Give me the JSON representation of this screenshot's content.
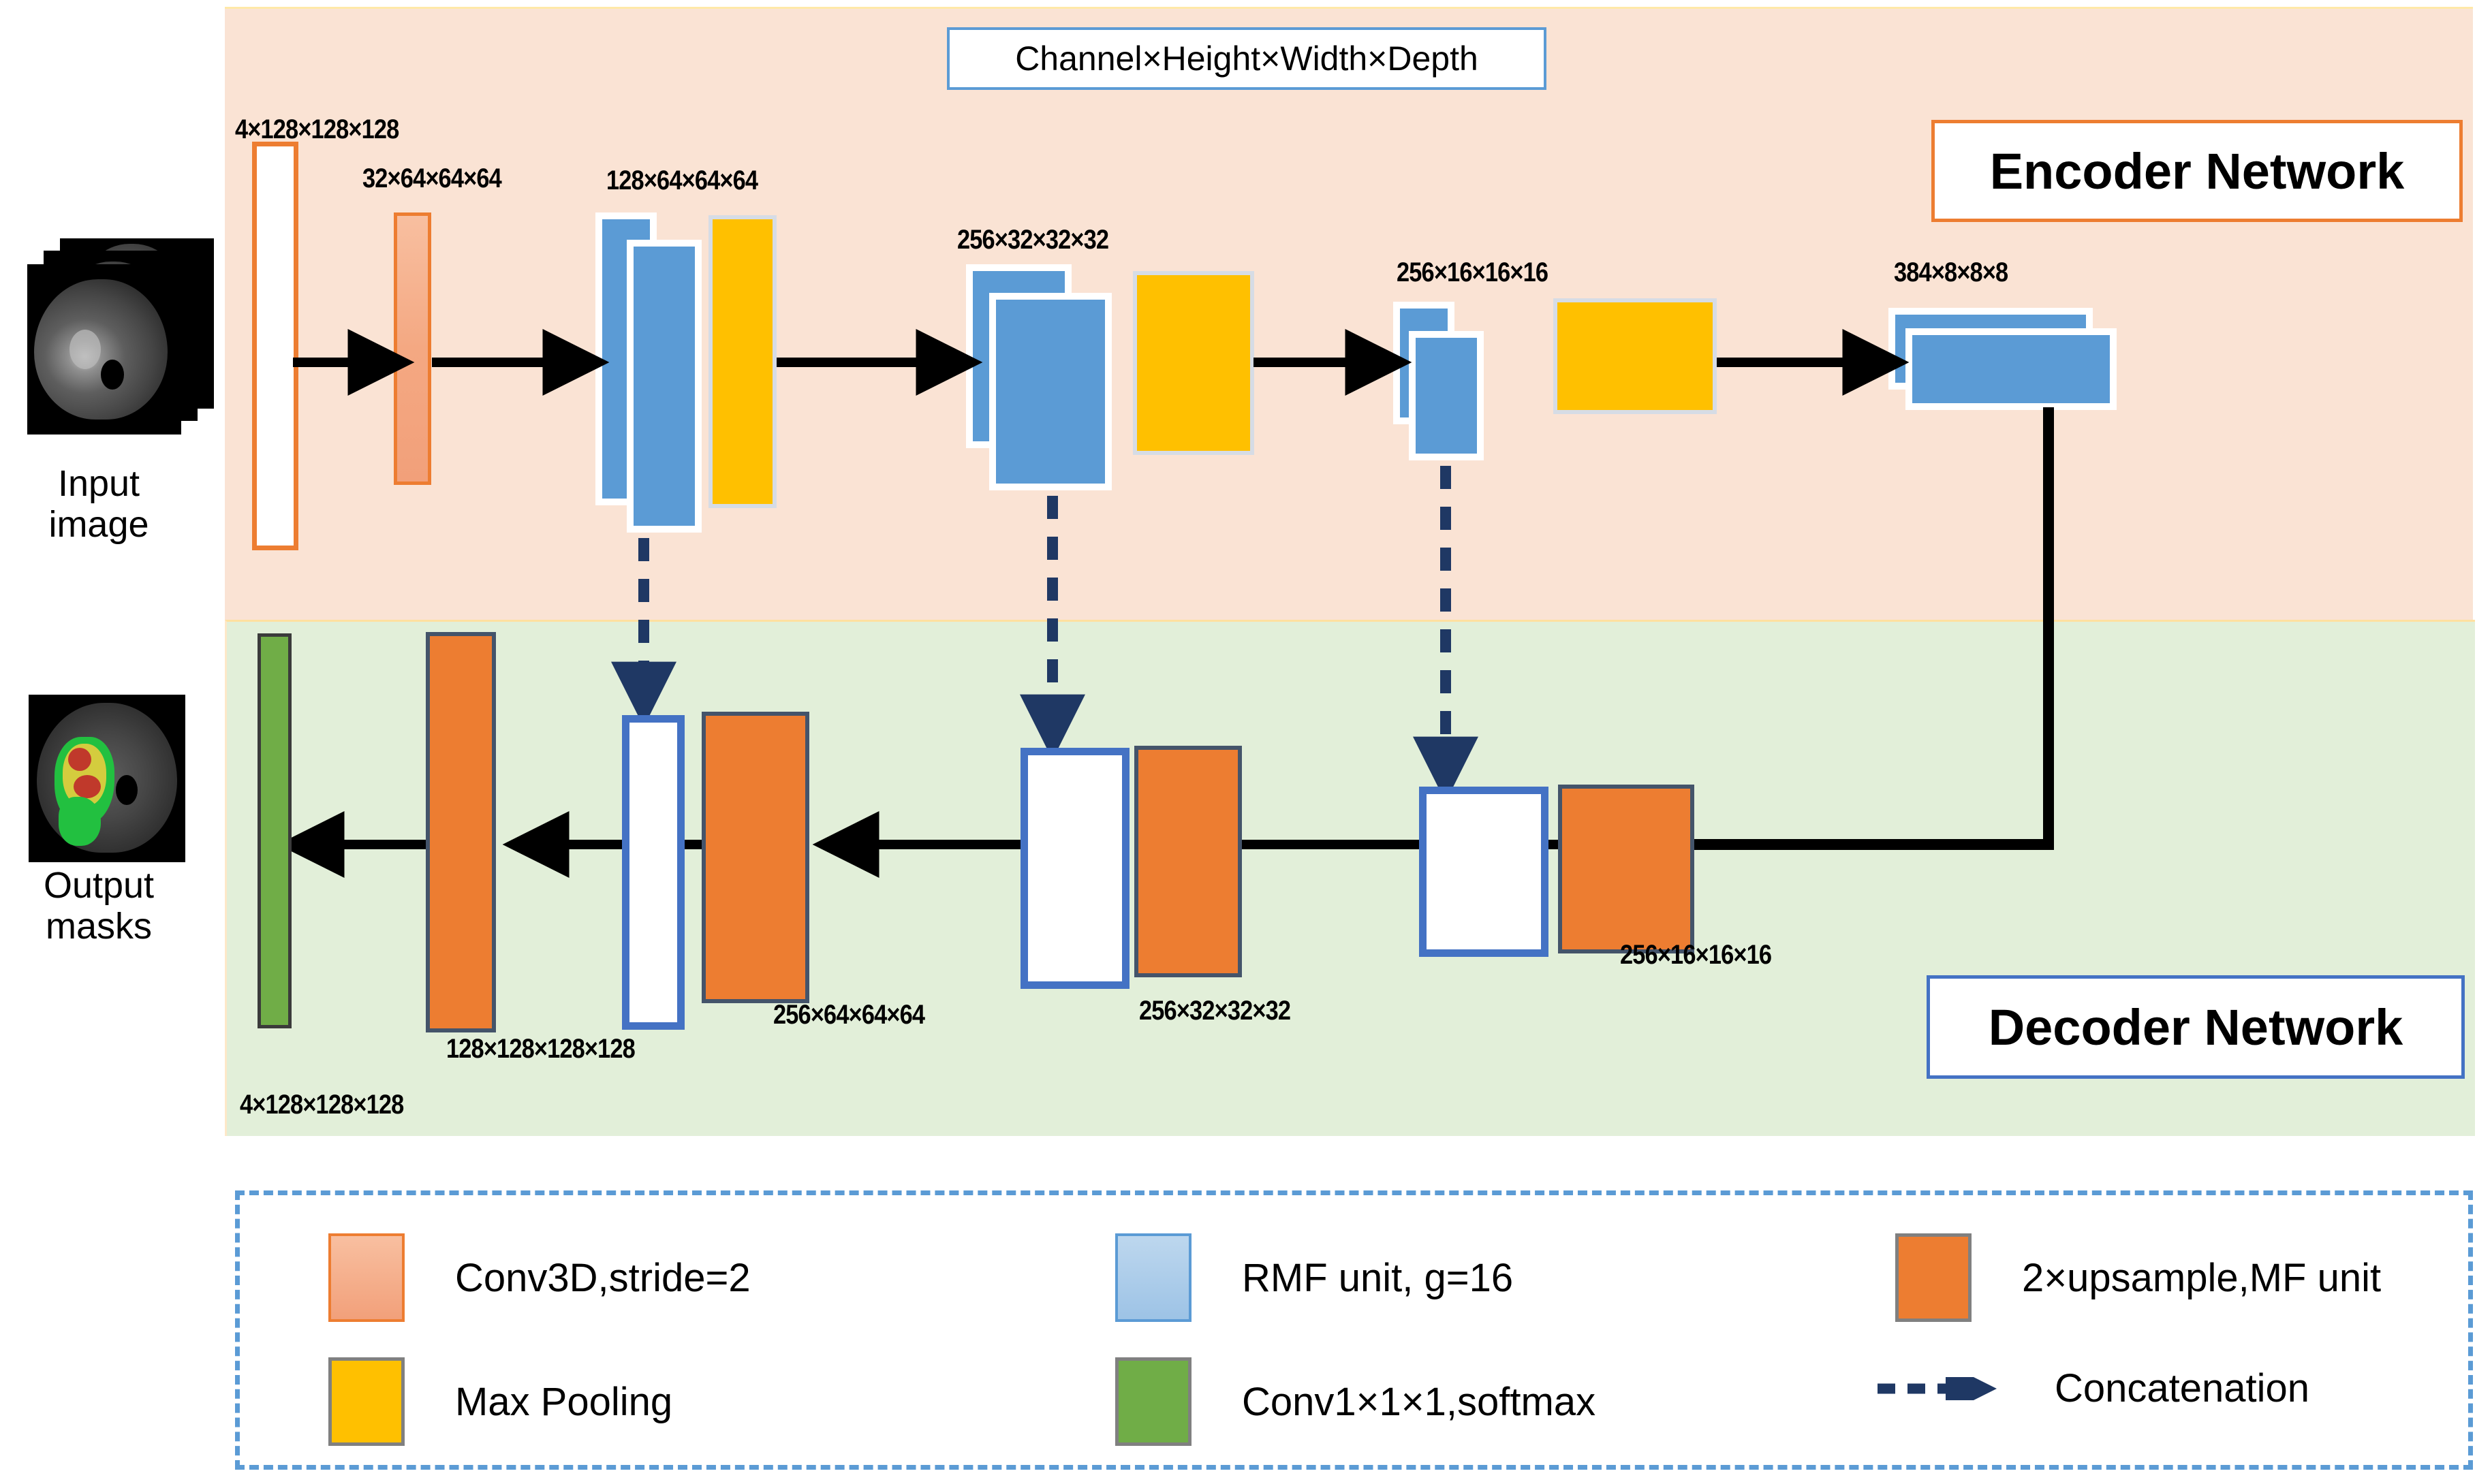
{
  "figure": {
    "notation_box": "Channel×Height×Width×Depth",
    "encoder_title": "Encoder Network",
    "decoder_title": "Decoder Network"
  },
  "io": {
    "input_label": "Input\nimage",
    "output_label": "Output\nmasks"
  },
  "encoder": {
    "dims": [
      {
        "id": "enc0",
        "text": "4×128×128×128"
      },
      {
        "id": "enc1",
        "text": "32×64×64×64"
      },
      {
        "id": "enc2",
        "text": "128×64×64×64"
      },
      {
        "id": "enc3",
        "text": "256×32×32×32"
      },
      {
        "id": "enc4",
        "text": "256×16×16×16"
      },
      {
        "id": "enc5",
        "text": "384×8×8×8"
      }
    ]
  },
  "decoder": {
    "dims": [
      {
        "id": "dec0",
        "text": "4×128×128×128"
      },
      {
        "id": "dec1",
        "text": "128×128×128×128"
      },
      {
        "id": "dec2",
        "text": "256×64×64×64"
      },
      {
        "id": "dec3",
        "text": "256×32×32×32"
      },
      {
        "id": "dec4",
        "text": "256×16×16×16"
      }
    ]
  },
  "legend": {
    "items": [
      {
        "id": "conv3d",
        "swatch": "salmon",
        "label": "Conv3D,stride=2"
      },
      {
        "id": "rmf",
        "swatch": "blue",
        "label": "RMF unit, g=16"
      },
      {
        "id": "upsample",
        "swatch": "orange",
        "label": "2×upsample,MF unit"
      },
      {
        "id": "maxpool",
        "swatch": "yellow",
        "label": "Max Pooling"
      },
      {
        "id": "conv111",
        "swatch": "green",
        "label": "Conv1×1×1,softmax"
      },
      {
        "id": "concat",
        "swatch": "dashed-arrow",
        "label": "Concatenation"
      }
    ]
  },
  "colors": {
    "encoder_band": "#fae3d4",
    "decoder_band": "#e2efd9",
    "rmf_blue": "#5b9bd5",
    "maxpool_yellow": "#ffc000",
    "upsample_orange": "#ed7d31",
    "conv3d_salmon": "#f4a882",
    "softmax_green": "#70ad47",
    "concat_navy": "#1f3864",
    "legend_border": "#5b9bd5"
  }
}
